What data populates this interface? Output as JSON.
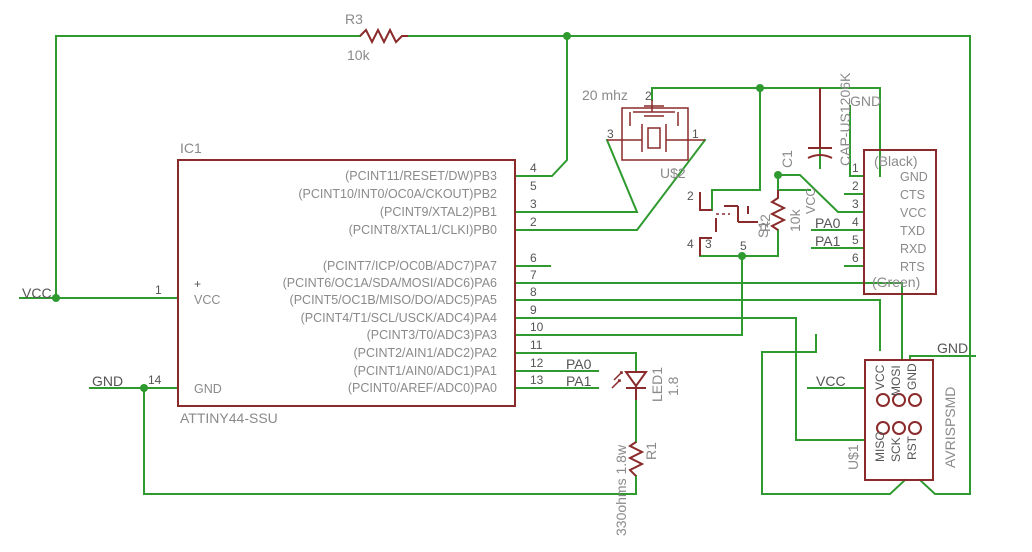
{
  "colors": {
    "wire": "#2f9a2f",
    "device": "#8a2a2a",
    "label": "#8a8a8a",
    "pin_number": "#555555",
    "background": "#ffffff"
  },
  "ic1": {
    "name": "IC1",
    "value": "ATTINY44-SSU",
    "vcc_pin": {
      "label": "VCC",
      "number": "1"
    },
    "gnd_pin": {
      "label": "GND",
      "number": "14"
    },
    "pins_upper": [
      {
        "label": "(PCINT11/RESET/DW)PB3",
        "number": "4"
      },
      {
        "label": "(PCINT10/INT0/OC0A/CKOUT)PB2",
        "number": "5"
      },
      {
        "label": "(PCINT9/XTAL2)PB1",
        "number": "3"
      },
      {
        "label": "(PCINT8/XTAL1/CLKI)PB0",
        "number": "2"
      }
    ],
    "pins_lower": [
      {
        "label": "(PCINT7/ICP/OC0B/ADC7)PA7",
        "number": "6"
      },
      {
        "label": "(PCINT6/OC1A/SDA/MOSI/ADC6)PA6",
        "number": "7"
      },
      {
        "label": "(PCINT5/OC1B/MISO/DO/ADC5)PA5",
        "number": "8"
      },
      {
        "label": "(PCINT4/T1/SCL/USCK/ADC4)PA4",
        "number": "9"
      },
      {
        "label": "(PCINT3/T0/ADC3)PA3",
        "number": "10"
      },
      {
        "label": "(PCINT2/AIN1/ADC2)PA2",
        "number": "11"
      },
      {
        "label": "(PCINT1/AIN0/ADC1)PA1",
        "number": "12"
      },
      {
        "label": "(PCINT0/AREF/ADC0)PA0",
        "number": "13"
      }
    ]
  },
  "r3": {
    "name": "R3",
    "value": "10k"
  },
  "crystal": {
    "freq": "20 mhz",
    "name": "U$2",
    "pins": [
      "1",
      "2",
      "3"
    ]
  },
  "c1": {
    "name": "C1",
    "value": "CAP-US1206K"
  },
  "switch": {
    "name": "S1",
    "pins": [
      "2",
      "4",
      "3",
      "5"
    ]
  },
  "r2": {
    "name": "R2",
    "value": "10k"
  },
  "ftdi": {
    "top": "(Black)",
    "bottom": "(Green)",
    "pins": [
      {
        "label": "GND",
        "number": "1"
      },
      {
        "label": "CTS",
        "number": "2"
      },
      {
        "label": "VCC",
        "number": "3"
      },
      {
        "label": "TXD",
        "number": "4"
      },
      {
        "label": "RXD",
        "number": "5"
      },
      {
        "label": "RTS",
        "number": "6"
      }
    ]
  },
  "led": {
    "name": "LED1",
    "value": "1.8"
  },
  "r1": {
    "name": "R1",
    "value": "330ohms 1.8w"
  },
  "isp": {
    "name": "AVRISPSMD",
    "ref": "U$1",
    "top_pins": [
      "VCC",
      "MOSI",
      "GND"
    ],
    "bottom_pins": [
      "MISO",
      "SCK",
      "RST"
    ]
  },
  "nets": {
    "vcc_left": "VCC",
    "gnd_left": "GND",
    "gnd_top": "GND",
    "vcc_ftdi": "VCC",
    "gnd_isp": "GND",
    "vcc_isp": "VCC",
    "pa0_ic": "PA0",
    "pa1_ic": "PA1",
    "pa0_ftdi": "PA0",
    "pa1_ftdi": "PA1"
  },
  "marks": {
    "plus": "+"
  }
}
